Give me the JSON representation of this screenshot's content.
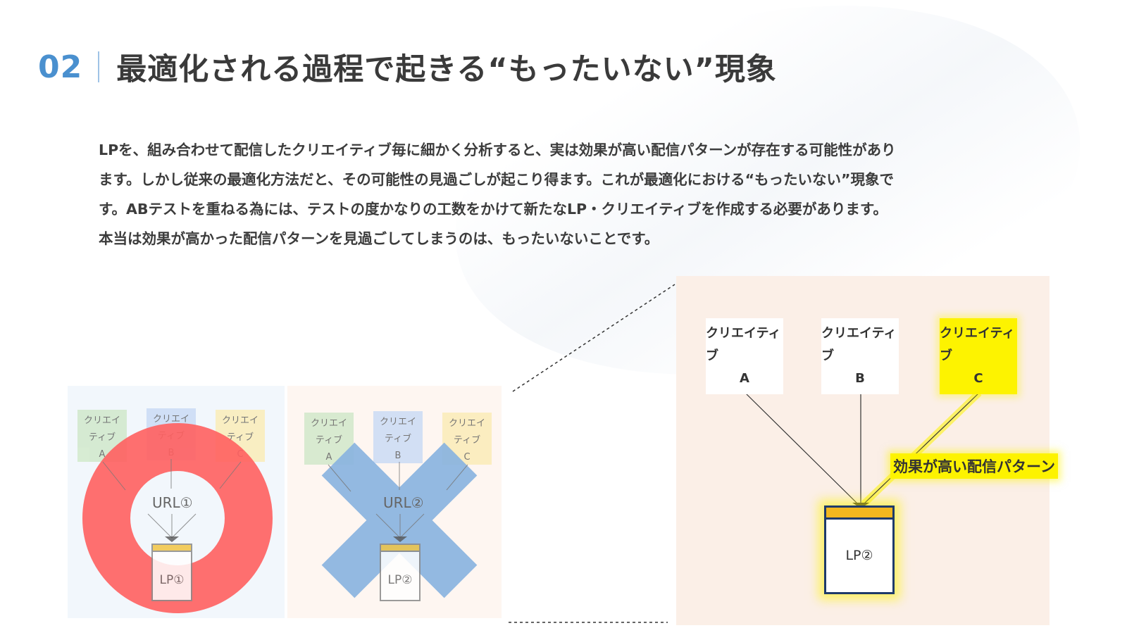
{
  "header": {
    "number": "02",
    "title": "最適化される過程で起きる“もったいない”現象"
  },
  "body": {
    "lines": [
      "LPを、組み合わせて配信したクリエイティブ毎に細かく分析すると、実は効果が高い配信パターンが存在する可能性があり",
      "ます。しかし従来の最適化方法だと、その可能性の見過ごしが起こり得ます。これが最適化における“もったいない”現象で",
      "す。ABテストを重ねる為には、テストの度かなりの工数をかけて新たなLP・クリエイティブを作成する必要があります。",
      "本当は効果が高かった配信パターンを見過ごしてしまうのは、もったいないことです。"
    ]
  },
  "left_group_1": {
    "creatives": [
      {
        "l1": "クリエイ",
        "l2": "ティブ",
        "l3": "A"
      },
      {
        "l1": "クリエイ",
        "l2": "ティブ",
        "l3": "B"
      },
      {
        "l1": "クリエイ",
        "l2": "ティブ",
        "l3": "C"
      }
    ],
    "url": "URL①",
    "lp": "LP①",
    "mark": "circle"
  },
  "left_group_2": {
    "creatives": [
      {
        "l1": "クリエイ",
        "l2": "ティブ",
        "l3": "A"
      },
      {
        "l1": "クリエイ",
        "l2": "ティブ",
        "l3": "B"
      },
      {
        "l1": "クリエイ",
        "l2": "ティブ",
        "l3": "C"
      }
    ],
    "url": "URL②",
    "lp": "LP②",
    "mark": "cross"
  },
  "zoom_panel": {
    "creatives": [
      {
        "line1": "クリエイティブ",
        "line2": "A"
      },
      {
        "line1": "クリエイティブ",
        "line2": "B"
      },
      {
        "line1": "クリエイティブ",
        "line2": "C"
      }
    ],
    "highlight_label": "効果が高い配信パターン",
    "lp": "LP②"
  },
  "colors": {
    "accent_blue": "#4a90cf",
    "circle_red": "#ff5f5f",
    "cross_blue": "#8ab4e0",
    "highlight_yellow": "#fdf300",
    "lp_border": "#1e3a6a",
    "lp_bar": "#f2b71f"
  }
}
